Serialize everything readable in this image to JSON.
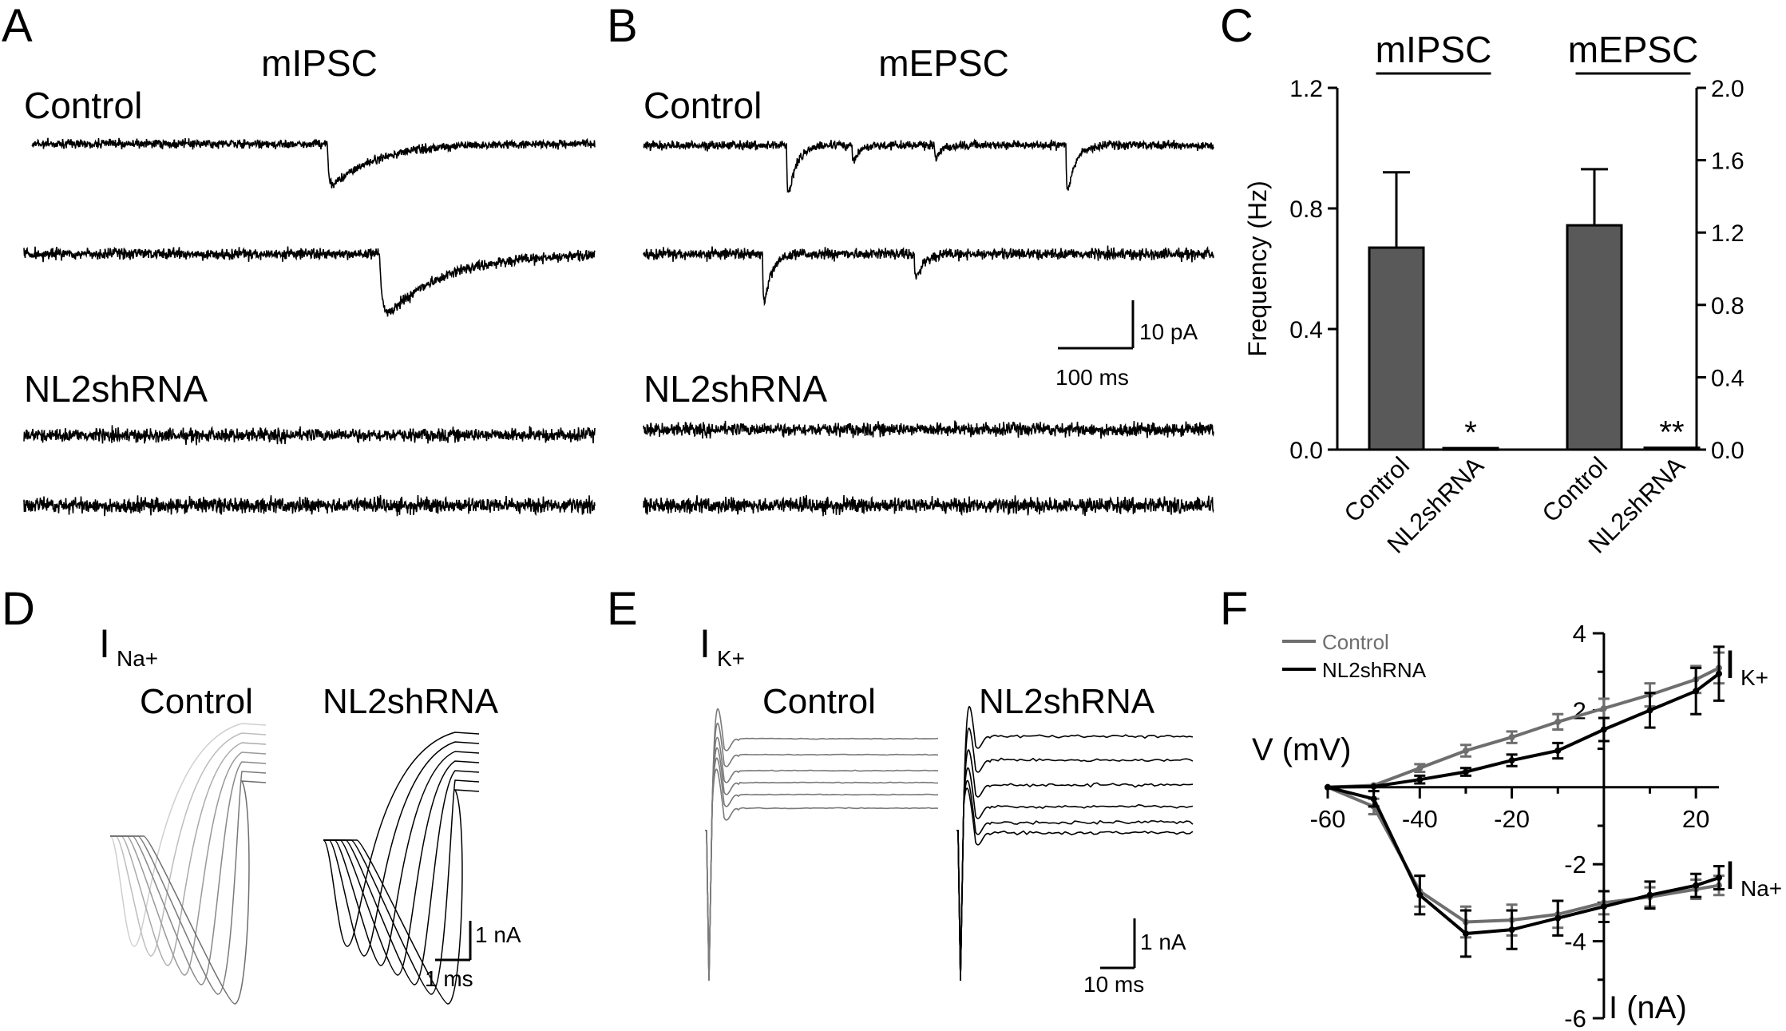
{
  "panels": {
    "A": {
      "letter": "A",
      "title": "mIPSC",
      "control_label": "Control",
      "shrna_label": "NL2shRNA"
    },
    "B": {
      "letter": "B",
      "title": "mEPSC",
      "control_label": "Control",
      "shrna_label": "NL2shRNA",
      "scale_y": "10 pA",
      "scale_x": "100 ms"
    },
    "C": {
      "letter": "C"
    },
    "D": {
      "letter": "D",
      "current_main": "I",
      "current_sub": "Na+",
      "control_label": "Control",
      "shrna_label": "NL2shRNA",
      "scale_y": "1 nA",
      "scale_x": "1 ms"
    },
    "E": {
      "letter": "E",
      "current_main": "I",
      "current_sub": "K+",
      "control_label": "Control",
      "shrna_label": "NL2shRNA",
      "scale_y": "1 nA",
      "scale_x": "10 ms"
    },
    "F": {
      "letter": "F"
    }
  },
  "colors": {
    "control_gray": "#6e6e6e",
    "shrna_black": "#000000",
    "bar_fill": "#595959"
  },
  "chart_data": [
    {
      "type": "bar",
      "panel": "C",
      "groups": [
        {
          "title": "mIPSC",
          "axis": "left",
          "categories": [
            "Control",
            "NL2shRNA"
          ],
          "values": [
            0.67,
            0.005
          ],
          "errors": [
            0.25,
            0
          ],
          "significance": [
            "",
            "*"
          ]
        },
        {
          "title": "mEPSC",
          "axis": "right",
          "categories": [
            "Control",
            "NL2shRNA"
          ],
          "values": [
            1.24,
            0.01
          ],
          "errors": [
            0.31,
            0
          ],
          "significance": [
            "",
            "**"
          ]
        }
      ],
      "ylabel": "Frequency (Hz)",
      "ylim_left": [
        0,
        1.2
      ],
      "yticks_left": [
        "0.0",
        "0.4",
        "0.8",
        "1.2"
      ],
      "ylim_right": [
        0,
        2.0
      ],
      "yticks_right": [
        "0.0",
        "0.4",
        "0.8",
        "1.2",
        "1.6",
        "2.0"
      ]
    },
    {
      "type": "line",
      "panel": "F",
      "xlabel": "V (mV)",
      "ylabel": "I (nA)",
      "xlim": [
        -60,
        25
      ],
      "ylim": [
        -6,
        4
      ],
      "xticks": [
        "-60",
        "-40",
        "-20",
        "20"
      ],
      "yticks": [
        "4",
        "2",
        "-2",
        "-4",
        "-6"
      ],
      "legend": [
        "Control",
        "NL2shRNA"
      ],
      "curve_labels": [
        {
          "main": "I",
          "sub": "K+"
        },
        {
          "main": "I",
          "sub": "Na+"
        }
      ],
      "x": [
        -60,
        -50,
        -40,
        -30,
        -20,
        -10,
        0,
        10,
        20,
        25
      ],
      "series": [
        {
          "name": "Control",
          "current": "K+",
          "values": [
            0,
            0.05,
            0.5,
            0.95,
            1.3,
            1.7,
            2.05,
            2.4,
            2.8,
            3.1
          ],
          "errors": [
            0.05,
            0.05,
            0.1,
            0.15,
            0.15,
            0.2,
            0.25,
            0.3,
            0.35,
            0.4
          ]
        },
        {
          "name": "NL2shRNA",
          "current": "K+",
          "values": [
            0,
            0.02,
            0.2,
            0.4,
            0.7,
            0.95,
            1.5,
            2.0,
            2.5,
            2.95
          ],
          "errors": [
            0.05,
            0.05,
            0.1,
            0.1,
            0.15,
            0.2,
            0.3,
            0.45,
            0.6,
            0.7
          ]
        },
        {
          "name": "Control",
          "current": "Na+",
          "values": [
            0,
            -0.5,
            -2.7,
            -3.5,
            -3.45,
            -3.3,
            -3.0,
            -2.85,
            -2.65,
            -2.55
          ],
          "errors": [
            0.05,
            0.2,
            0.4,
            0.4,
            0.4,
            0.35,
            0.3,
            0.25,
            0.25,
            0.25
          ]
        },
        {
          "name": "NL2shRNA",
          "current": "Na+",
          "values": [
            0,
            -0.3,
            -2.8,
            -3.8,
            -3.7,
            -3.4,
            -3.1,
            -2.8,
            -2.55,
            -2.35
          ],
          "errors": [
            0.05,
            0.2,
            0.5,
            0.6,
            0.5,
            0.45,
            0.4,
            0.35,
            0.3,
            0.3
          ]
        }
      ]
    }
  ]
}
